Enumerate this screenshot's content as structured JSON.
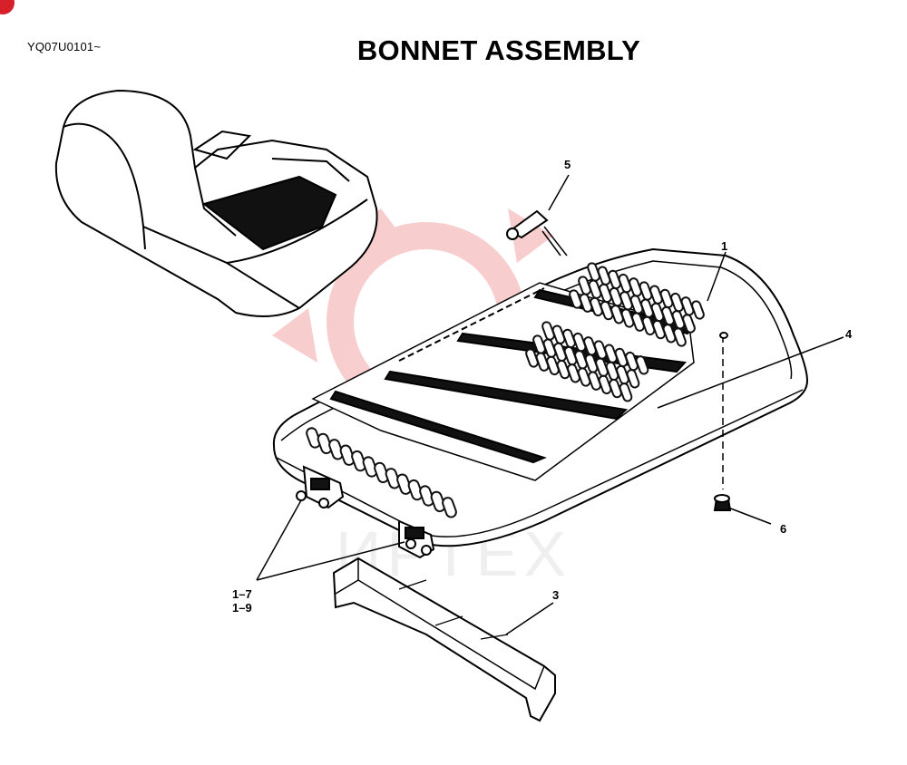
{
  "document": {
    "code": "YQ07U0101~",
    "title": "BONNET ASSEMBLY"
  },
  "callouts": {
    "c1": "1",
    "c3": "3",
    "c4": "4",
    "c5": "5",
    "c6": "6",
    "c17": "1–7",
    "c19": "1–9"
  },
  "watermark": {
    "text": "ИРТЕХ",
    "color": "#f4a6a6"
  },
  "colors": {
    "line": "#000000",
    "vent": "#111111",
    "accent": "#d8202a"
  }
}
